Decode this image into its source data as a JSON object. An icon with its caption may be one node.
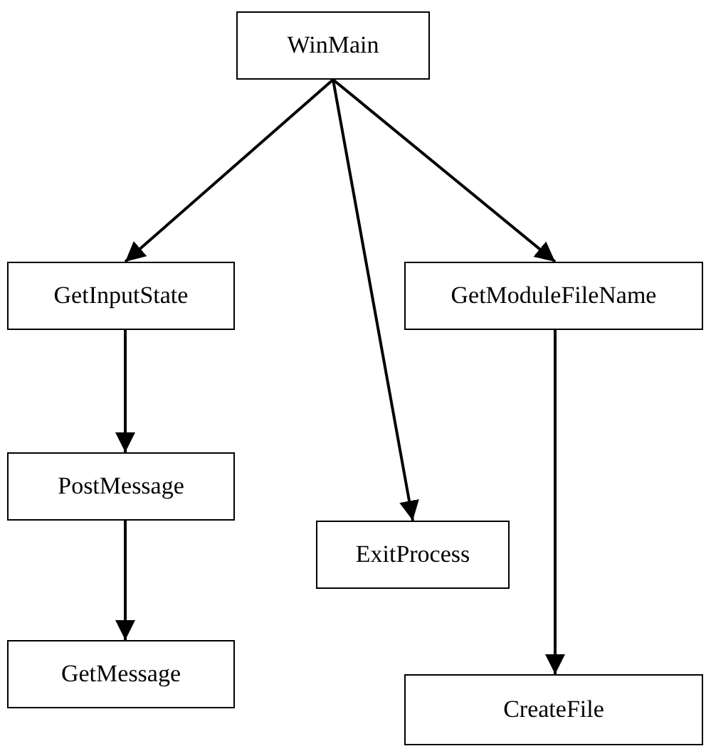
{
  "diagram": {
    "nodes": [
      {
        "text": [
          "WinMain"
        ]
      },
      {
        "text": [
          "GetInputState"
        ]
      },
      {
        "text": [
          "GetModuleFileName"
        ]
      },
      {
        "text": [
          "PostMessage"
        ]
      },
      {
        "text": [
          "ExitProcess"
        ]
      },
      {
        "text": [
          "GetMessage"
        ]
      },
      {
        "text": [
          "CreateFile"
        ]
      }
    ],
    "edges": [
      {
        "from": 0,
        "to": 1,
        "arrow": "to"
      },
      {
        "from": 0,
        "to": 4,
        "arrow": "to"
      },
      {
        "from": 0,
        "to": 2,
        "arrow": "to"
      },
      {
        "from": 1,
        "to": 3,
        "arrow": "to"
      },
      {
        "from": 3,
        "to": 5,
        "arrow": "to"
      },
      {
        "from": 2,
        "to": 6,
        "arrow": "to"
      }
    ]
  }
}
